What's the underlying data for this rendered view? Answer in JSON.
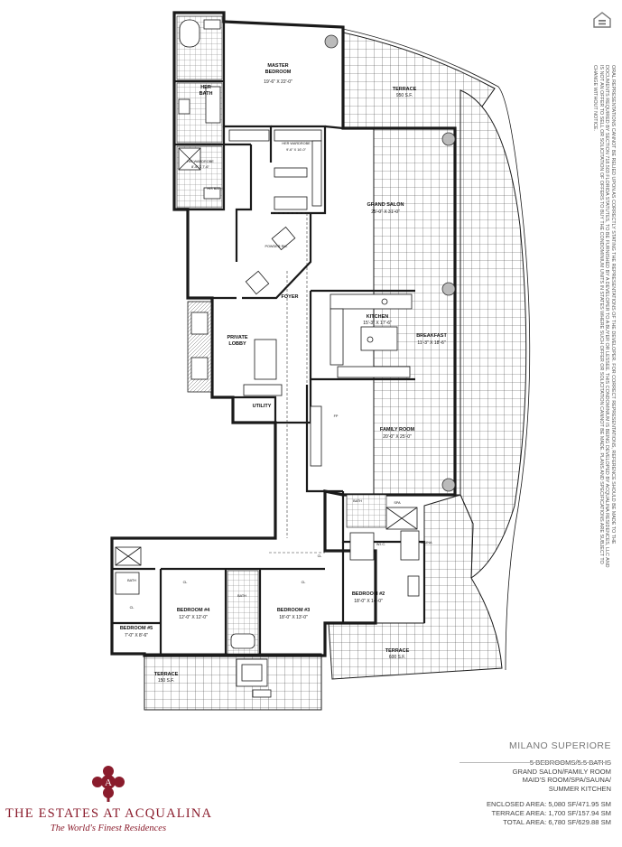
{
  "disclaimer": "ORAL REPRESENTATIONS CANNOT BE RELIED UPON AS CORRECTLY STATING THE REPRESENTATIONS OF THE DEVELOPER. FOR CORRECT REPRESENTATIONS, REFERENCE SHOULD BE MADE TO THE DOCUMENTS REQUIRED BY SECTION 718.503 FLORIDA STATUTES, TO BE FURNISHED BY A DEVELOPER TO A BUYER OR LESSEE. THIS CONDOMINIUM IS BEING DEVELOPED BY ACQUALINA RESIDENCES, LLC AND IS NOT AN OFFER TO SELL OR SOLICITATION OF OFFERS TO BUY THE CONDOMINIUM UNITS IN STATES WHERE SUCH OFFER OR SOLICITATION CANNOT BE MADE. PLANS AND SPECIFICATIONS ARE SUBJECT TO CHANGE WITHOUT NOTICE.",
  "rooms": {
    "master_bedroom": {
      "name_l1": "MASTER",
      "name_l2": "BEDROOM",
      "dims": "19'-6\" X 22'-0\""
    },
    "her_bath": {
      "name_l1": "HER",
      "name_l2": "BATH"
    },
    "his_wardrobe": {
      "name": "HIS WARDROBE",
      "dims": "8'-6\" X 7'-6\""
    },
    "her_wardrobe": {
      "name": "HER WARDROBE",
      "dims": "9'-6\" X 16'-0\""
    },
    "his_bath": {
      "name": "HIS BATH"
    },
    "terrace_top": {
      "name": "TERRACE",
      "area": "950 S.F."
    },
    "grand_salon": {
      "name": "GRAND SALON",
      "dims": "25'-0\" X 31'-0\""
    },
    "powder": {
      "name": "POWDER RM."
    },
    "foyer": {
      "name": "FOYER"
    },
    "private_lobby": {
      "name_l1": "PRIVATE",
      "name_l2": "LOBBY"
    },
    "kitchen": {
      "name": "KITCHEN",
      "dims": "15'-3\" X 17'-6\""
    },
    "breakfast": {
      "name": "BREAKFAST",
      "dims": "11'-3\" X 18'-6\""
    },
    "utility": {
      "name": "UTILITY"
    },
    "family_room": {
      "name": "FAMILY ROOM",
      "dims": "20'-0\" X 25'-0\""
    },
    "bath_2": {
      "name": "BATH"
    },
    "wic": {
      "name": "W.I.C."
    },
    "sauna": {
      "name": "SAUNA"
    },
    "bedroom_2": {
      "name": "BEDROOM #2",
      "dims": "18'-0\" X 14'-0\""
    },
    "bedroom_3": {
      "name": "BEDROOM #3",
      "dims": "18'-0\" X 13'-0\""
    },
    "bedroom_4": {
      "name": "BEDROOM #4",
      "dims": "12'-0\" X 12'-0\""
    },
    "bedroom_5": {
      "name": "BEDROOM #5",
      "dims": "7'-0\" X 8'-6\""
    },
    "bath_shared": {
      "name": "BATH"
    },
    "maid_bath": {
      "name": "BATH"
    },
    "terrace_bottom_left": {
      "name": "TERRACE",
      "area": "150 S.F."
    },
    "terrace_bottom_right": {
      "name": "TERRACE",
      "area": "600 S.F."
    },
    "closets": [
      "CL",
      "CL",
      "CL",
      "CL"
    ],
    "fp": "FP",
    "spa": "SPA"
  },
  "unit": {
    "name": "MILANO SUPERIORE",
    "features": [
      "5 BEDROOMS/5.5 BATHS",
      "GRAND SALON/FAMILY ROOM",
      "MAID'S ROOM/SPA/SAUNA/",
      "SUMMER KITCHEN"
    ],
    "areas": [
      "ENCLOSED AREA: 5,080 SF/471.95 SM",
      "TERRACE AREA: 1,700 SF/157.94 SM",
      "TOTAL AREA: 6,780 SF/629.88 SM"
    ]
  },
  "brand": {
    "name": "THE ESTATES AT ACQUALINA",
    "tagline": "The World's Finest Residences",
    "logo_letter": "A",
    "color": "#8a1c2c"
  }
}
